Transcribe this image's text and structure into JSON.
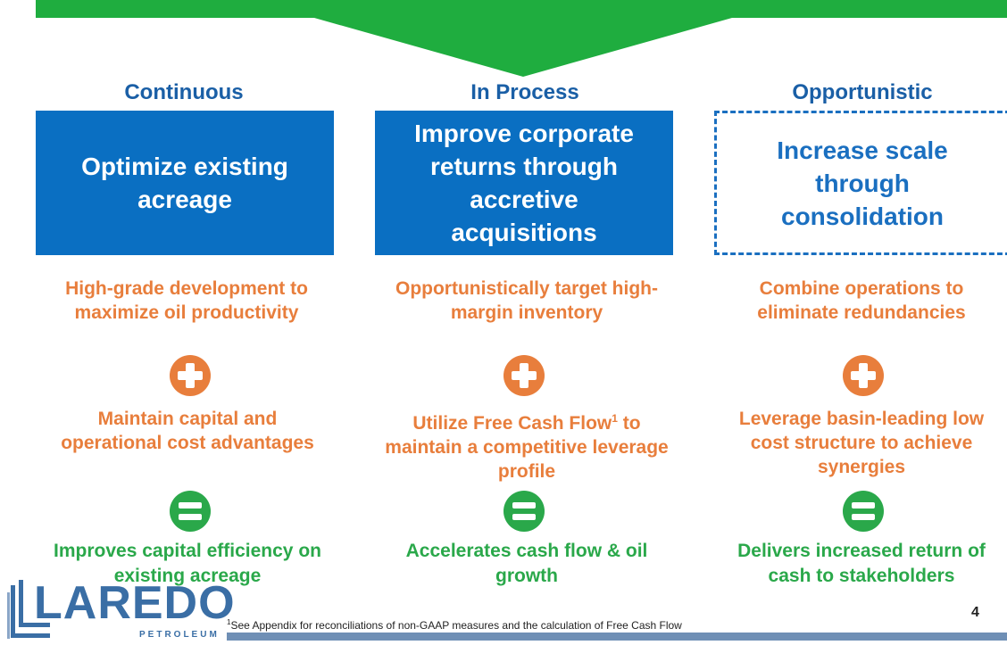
{
  "columns": [
    {
      "heading": "Continuous",
      "box_text": "Optimize existing acreage",
      "box_style": "solid",
      "item1": "High-grade development to maximize oil productivity",
      "item2": "Maintain capital and operational cost advantages",
      "result": "Improves capital efficiency on existing acreage"
    },
    {
      "heading": "In Process",
      "box_text": "Improve corporate returns through accretive acquisitions",
      "box_style": "solid",
      "item1": "Opportunistically target high-margin inventory",
      "item2_pre": "Utilize Free Cash Flow",
      "item2_sup": "1",
      "item2_post": " to maintain a competitive leverage profile",
      "result": "Accelerates cash flow & oil growth"
    },
    {
      "heading": "Opportunistic",
      "box_text": "Increase scale through consolidation",
      "box_style": "dashed",
      "item1": "Combine operations to eliminate redundancies",
      "item2": "Leverage basin-leading low cost structure to achieve synergies",
      "result": "Delivers increased return of cash to stakeholders"
    }
  ],
  "icons": {
    "plus": "plus-circle-icon",
    "equals": "equals-circle-icon"
  },
  "logo": {
    "name": "LAREDO",
    "sub": "PETROLEUM"
  },
  "footnote": {
    "marker": "1",
    "text": "See Appendix for reconciliations of non-GAAP measures and the calculation of Free Cash Flow"
  },
  "page_number": "4",
  "colors": {
    "banner": "#1fad3f",
    "box_blue": "#0a6fc2",
    "heading_blue": "#1a5fa6",
    "orange": "#e87e3c",
    "green": "#2aa84a"
  }
}
